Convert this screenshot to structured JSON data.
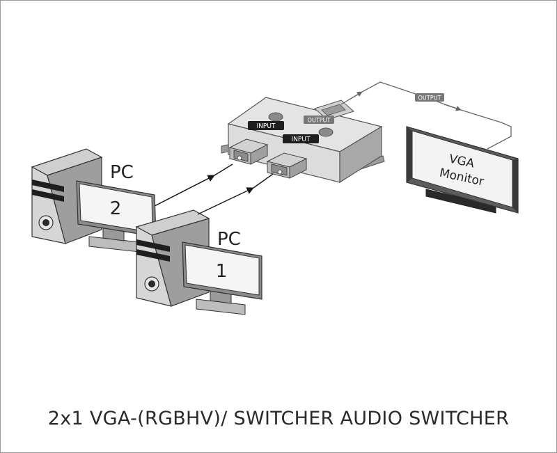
{
  "diagram": {
    "pc1": {
      "name": "PC",
      "number": "1"
    },
    "pc2": {
      "name": "PC",
      "number": "2"
    },
    "switcher": {
      "input_label_1": "INPUT",
      "input_label_2": "INPUT",
      "output_label": "OUTPUT"
    },
    "cable": {
      "output_label": "OUTPUT"
    },
    "monitor": {
      "line1": "VGA",
      "line2": "Monitor"
    },
    "caption": "2x1 VGA-(RGBHV)/ SWITCHER AUDIO SWITCHER"
  }
}
